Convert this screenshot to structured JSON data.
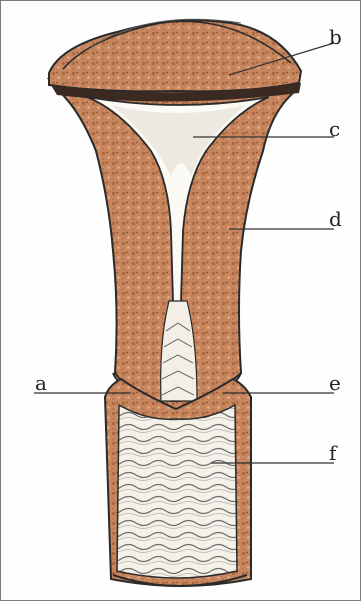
{
  "labels": {
    "a": "a",
    "b": "b",
    "c": "c",
    "d": "d",
    "e": "e",
    "f": "f"
  },
  "colors": {
    "tissue": "#c7865d",
    "tissue_dark": "#9a5a36",
    "cavity": "#fbfaf5",
    "stroke": "#2a2a2a",
    "line": "#333333"
  }
}
